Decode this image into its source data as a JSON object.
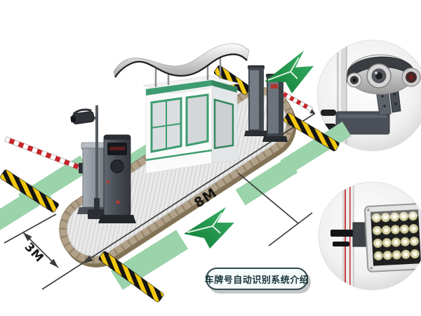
{
  "title_badge": {
    "text": "车牌号自动识别系统介绍"
  },
  "dimensions": {
    "island_length": "8M",
    "island_width": "3M"
  },
  "colors": {
    "accent_green": "#2f9e5c",
    "stripe_green": "#9bd3ab",
    "booth_trim_green": "#3e9c71",
    "speed_bump_yellow": "#f2c70c",
    "barrier_arm_red": "#c8252b",
    "dimension_line": "#3c3c3c",
    "island_border_tan": "#b2a189"
  },
  "scene_elements": [
    "guard-booth-with-wavy-canopy",
    "traffic-island",
    "barrier-gate-machine",
    "cctv-camera-pole",
    "lpr-kiosk",
    "entrance-pillars",
    "striped-barrier-arms",
    "speed-bumps",
    "green-lane-stripes",
    "direction-arrows",
    "camera-closeup-callout",
    "led-flood-light-closeup-callout"
  ]
}
